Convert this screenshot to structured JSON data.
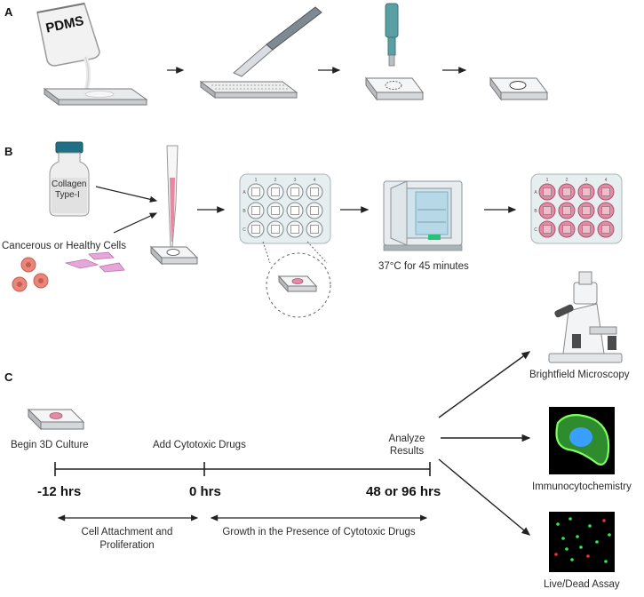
{
  "sections": {
    "a": "A",
    "b": "B",
    "c": "C"
  },
  "panel_a": {
    "pdms_label": "PDMS"
  },
  "panel_b": {
    "bottle_label_line1": "Collagen",
    "bottle_label_line2": "Type-I",
    "cells_label": "Cancerous or Healthy Cells",
    "incubation_label": "37°C for 45 minutes",
    "plate_cols": [
      "1",
      "2",
      "3",
      "4"
    ],
    "plate_rows": [
      "A",
      "B",
      "C"
    ]
  },
  "panel_c": {
    "begin_label": "Begin 3D Culture",
    "add_label": "Add Cytotoxic Drugs",
    "analyze_label": "Analyze Results",
    "t_minus12": "-12 hrs",
    "t_zero": "0 hrs",
    "t_end": "48 or 96 hrs",
    "phase1": "Cell Attachment and Proliferation",
    "phase2": "Growth in the Presence of Cytotoxic Drugs"
  },
  "outputs": {
    "brightfield": "Brightfield Microscopy",
    "immuno": "Immunocytochemistry",
    "livedead": "Live/Dead Assay"
  },
  "colors": {
    "pink": "#e58aa5",
    "teal": "#4b8f94",
    "cell_green": "#3fbf3f",
    "nucleus_blue": "#3aa0ff"
  }
}
